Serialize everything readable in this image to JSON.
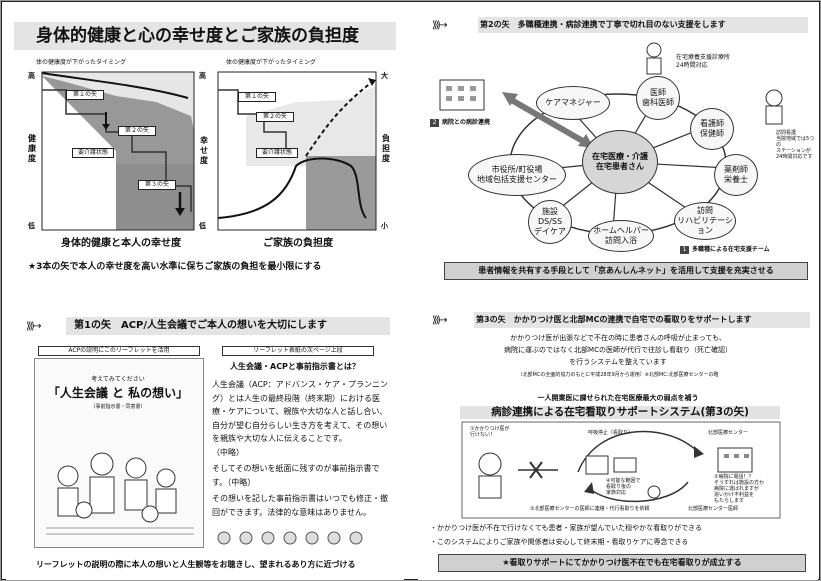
{
  "panel1": {
    "title": "身体的健康と心の幸せ度とご家族の負担度",
    "chart_left": {
      "caption": "体の健康度が下がったタイミング",
      "y_high": "高",
      "y_low": "低",
      "y_axis_label": "健康度",
      "right_high": "高",
      "right_low": "低",
      "right_axis_label": "幸せ度",
      "step1": "第１の矢",
      "step2": "第２の矢",
      "step3": "第３の矢",
      "care_label": "要介護状態",
      "xlabel": "身体的健康と本人の幸せ度"
    },
    "chart_right": {
      "caption": "体の健康度が下がったタイミング",
      "right_high": "大",
      "right_low": "小",
      "right_axis_label": "負担度",
      "step1": "第１の矢",
      "step2": "第２の矢",
      "care_label": "要介護状態",
      "xlabel": "ご家族の負担度"
    },
    "footer": "★3本の矢で本人の幸せ度を高い水準に保ちご家族の負担を最小限にする"
  },
  "panel2": {
    "header": "第2の矢　多職種連携・病診連携で丁寧で切れ目のない支援をします",
    "center": "在宅医療・介護\n在宅患者さん",
    "nodes": [
      "ケアマネジャー",
      "医師\n歯科医師",
      "看護師\n保健師",
      "薬剤師\n栄養士",
      "訪問\nリハビリテーション",
      "ホームヘルパー\n訪問入浴",
      "施設\nDS/SS\nデイケア",
      "市役所/町役場\n地域包括支援センター"
    ],
    "note_top": "在宅療養支援診療所\n24時間対応",
    "note_right": "訪問看護\n当院地域では5つの\nステーションが\n24時間対応です",
    "label_hospital": "病院との病診連携",
    "label_hospital_num": "2",
    "label_team": "多職種による在宅支援チーム",
    "label_team_num": "1",
    "footer": "患者情報を共有する手段として「京あんしんネット」を活用して支援を充実させる"
  },
  "panel3": {
    "header": "第1の矢　ACP/人生会議でご本人の想いを大切にします",
    "left_label": "ACPの説明にこのリーフレットを活用",
    "leaflet_small": "考えてみてください",
    "leaflet_title": "「人生会議 と 私の想い」",
    "leaflet_sub": "（事前指示書・同意書）",
    "right_label": "リーフレット表紙の次ページ上段",
    "q": "人生会議・ACPと事前指示書とは？",
    "body1": "人生会議（ACP：アドバンス・ケア・プランニング）とは人生の最終段階（終末期）における医療・ケアについて、親族や大切な人と話し合い、自分が望む自分らしい生き方を考えて、その想いを親族や大切な人に伝えることです。",
    "mid1": "（中略）",
    "body2": "そしてその想いを紙面に残すのが事前指示書です。（中略）",
    "body3": "その想いを記した事前指示書はいつでも修正・撤回ができます。法律的な意味はありません。",
    "footer": "リーフレットの説明の際に本人の想いと人生観等をお聴きし、望まれるあり方に近づける"
  },
  "panel4": {
    "header": "第3の矢　かかりつけ医と北部MCの連携で自宅での看取りをサポートします",
    "line1": "かかりつけ医が出張などで不在の時に患者さんの呼吸が止まっても、",
    "line2": "病院に運ぶのではなく北部MCの医師が代行で往診し看取り（死亡確認）",
    "line3": "を行うシステムを整えています",
    "line4": "（北部MCの全面的協力のもとに平成28年9月から運用）※北部MC:北部医療センターの略",
    "sub": "一人開業医に課せられた在宅医療最大の弱点を補う",
    "system_title": "病診連携による在宅看取りサポートシステム(第3の矢)",
    "diag_doc": "①かかりつけ医が\n行けない！",
    "diag_center_top": "呼吸停止（看取り）",
    "diag_hosp": "北部医療センター",
    "diag_mid": "④可能な範囲で\n看取り後の\n家族対応",
    "diag_right": "②病院に電話！？\nそうすれば施設の方か\n病院に運ばれますが\n追いかけ不利益を\nもたらします",
    "diag_bottom": "③北部医療センターの医師に連絡・代行看取りを依頼",
    "diag_bottom2": "北部医療センター医師",
    "bullet1": "・かかりつけ医が不在で行けなくても患者・家族が望んでいた穏やかな看取りができる",
    "bullet2": "・このシステムによりご家族や関係者は安心して終末期・看取りケアに専念できる",
    "footer": "★看取りサポートにてかかりつけ医不在でも在宅看取りが成立する"
  }
}
